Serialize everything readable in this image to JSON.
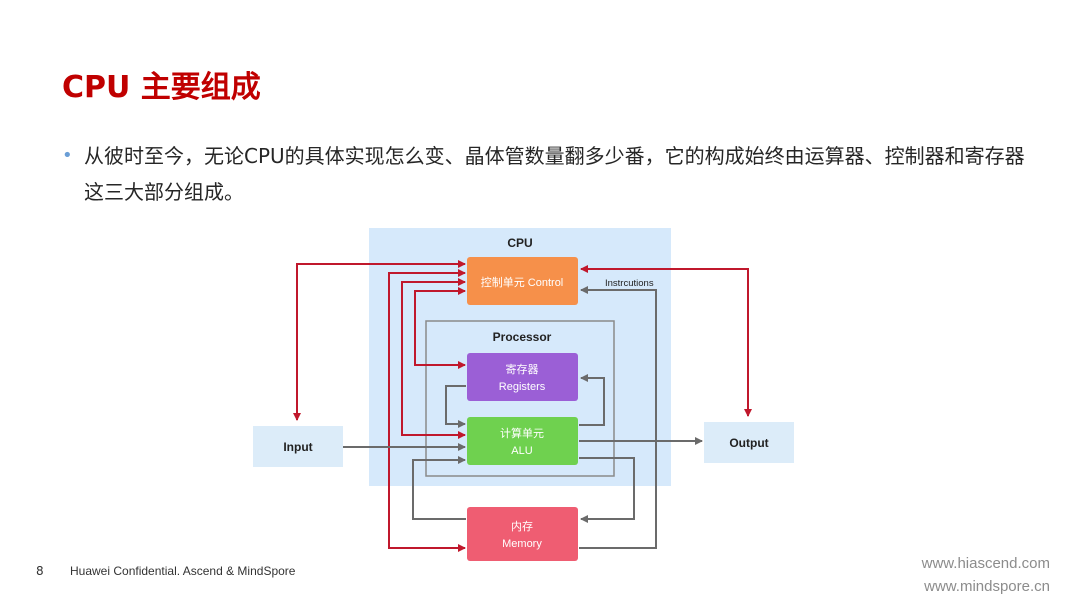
{
  "slide": {
    "title": "CPU 主要组成",
    "bullet": "从彼时至今，无论CPU的具体实现怎么变、晶体管数量翻多少番，它的构成始终由运算器、控制器和寄存器这三大部分组成。",
    "bullet_icon": "bullet-dot"
  },
  "diagram": {
    "cpu_label": "CPU",
    "control_label": "控制单元 Control",
    "instructions_label": "Instrcutions",
    "processor_label": "Processor",
    "registers_line1": "寄存器",
    "registers_line2": "Registers",
    "alu_line1": "计算单元",
    "alu_line2": "ALU",
    "memory_line1": "内存",
    "memory_line2": "Memory",
    "input_label": "Input",
    "output_label": "Output"
  },
  "colors": {
    "title": "#c00000",
    "cpu_bg": "#d6e9fb",
    "control": "#f6904a",
    "registers": "#9b5fd6",
    "alu": "#6fd14f",
    "memory": "#ef5d72",
    "io_bg": "#dcecf9",
    "red_arrow": "#c0182c",
    "gray_arrow": "#6b6b6b"
  },
  "footer": {
    "page_number": "8",
    "confidential": "Huawei Confidential. Ascend & MindSpore",
    "url1": "www.hiascend.com",
    "url2": "www.mindspore.cn"
  }
}
